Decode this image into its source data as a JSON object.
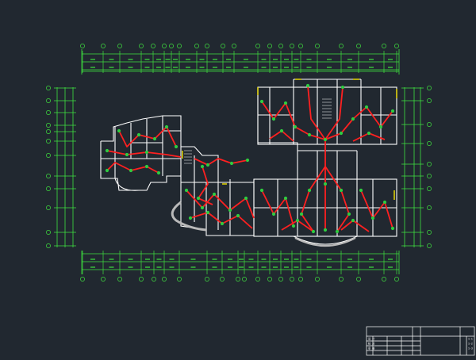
{
  "drawing": {
    "background": "#212830",
    "colors": {
      "wall": "#ffffff",
      "dimension": "#3fe23f",
      "wiring": "#ff2020",
      "device": "#2ecc40",
      "accent_yellow": "#f2e200",
      "grey_slab": "#b9b9b9",
      "title_block": "#ffffff"
    },
    "axis_marker_icon": "circle-axis-bubble",
    "device_icon": "outlet-symbol",
    "notes": [
      "1-1",
      "1-2",
      "1-3"
    ]
  },
  "title_block": {
    "rows": [
      {
        "c1": "设 计",
        "c2": "",
        "c3": ""
      },
      {
        "c1": "校 对",
        "c2": "",
        "c3": ""
      },
      {
        "c1": "审 核",
        "c2": "",
        "c3": ""
      }
    ],
    "project_label": "",
    "sheet_label": "",
    "sheet_no": ""
  }
}
